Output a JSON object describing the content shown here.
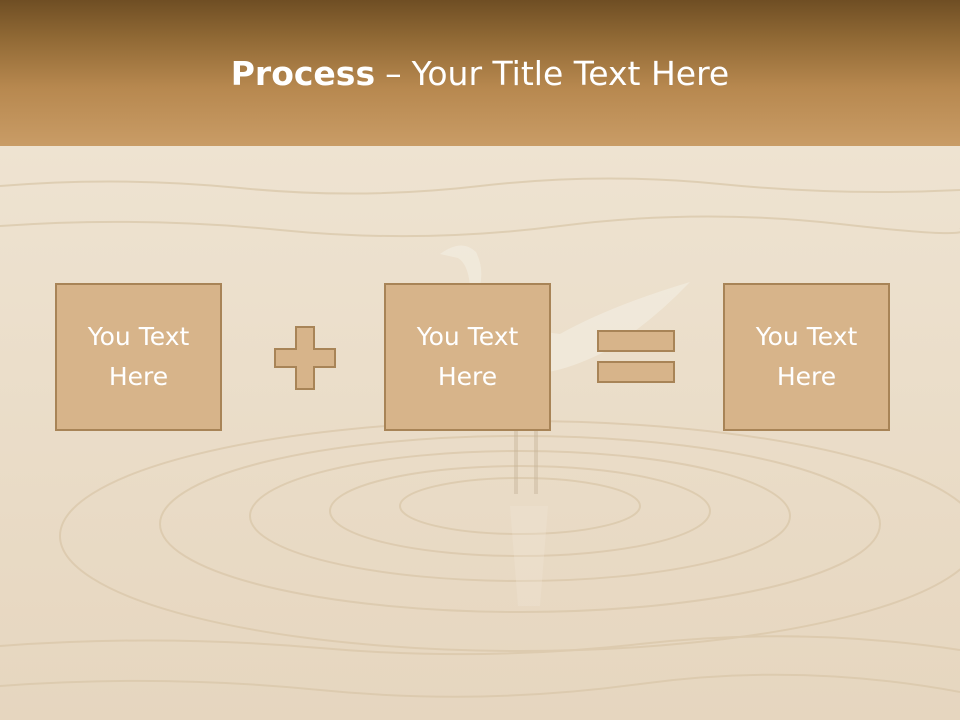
{
  "slide": {
    "title_bold": "Process",
    "title_separator": "–",
    "title_rest": "Your Title Text Here"
  },
  "boxes": [
    {
      "text": "You Text\nHere"
    },
    {
      "text": "You Text\nHere"
    },
    {
      "text": "You Text\nHere"
    }
  ],
  "operators": [
    "plus-icon",
    "equals-icon"
  ],
  "colors": {
    "header_dark": "#6f4e24",
    "header_light": "#c99c66",
    "box_fill": "#d7b48a",
    "box_border": "#a88457",
    "background": "#e9dcc8"
  }
}
